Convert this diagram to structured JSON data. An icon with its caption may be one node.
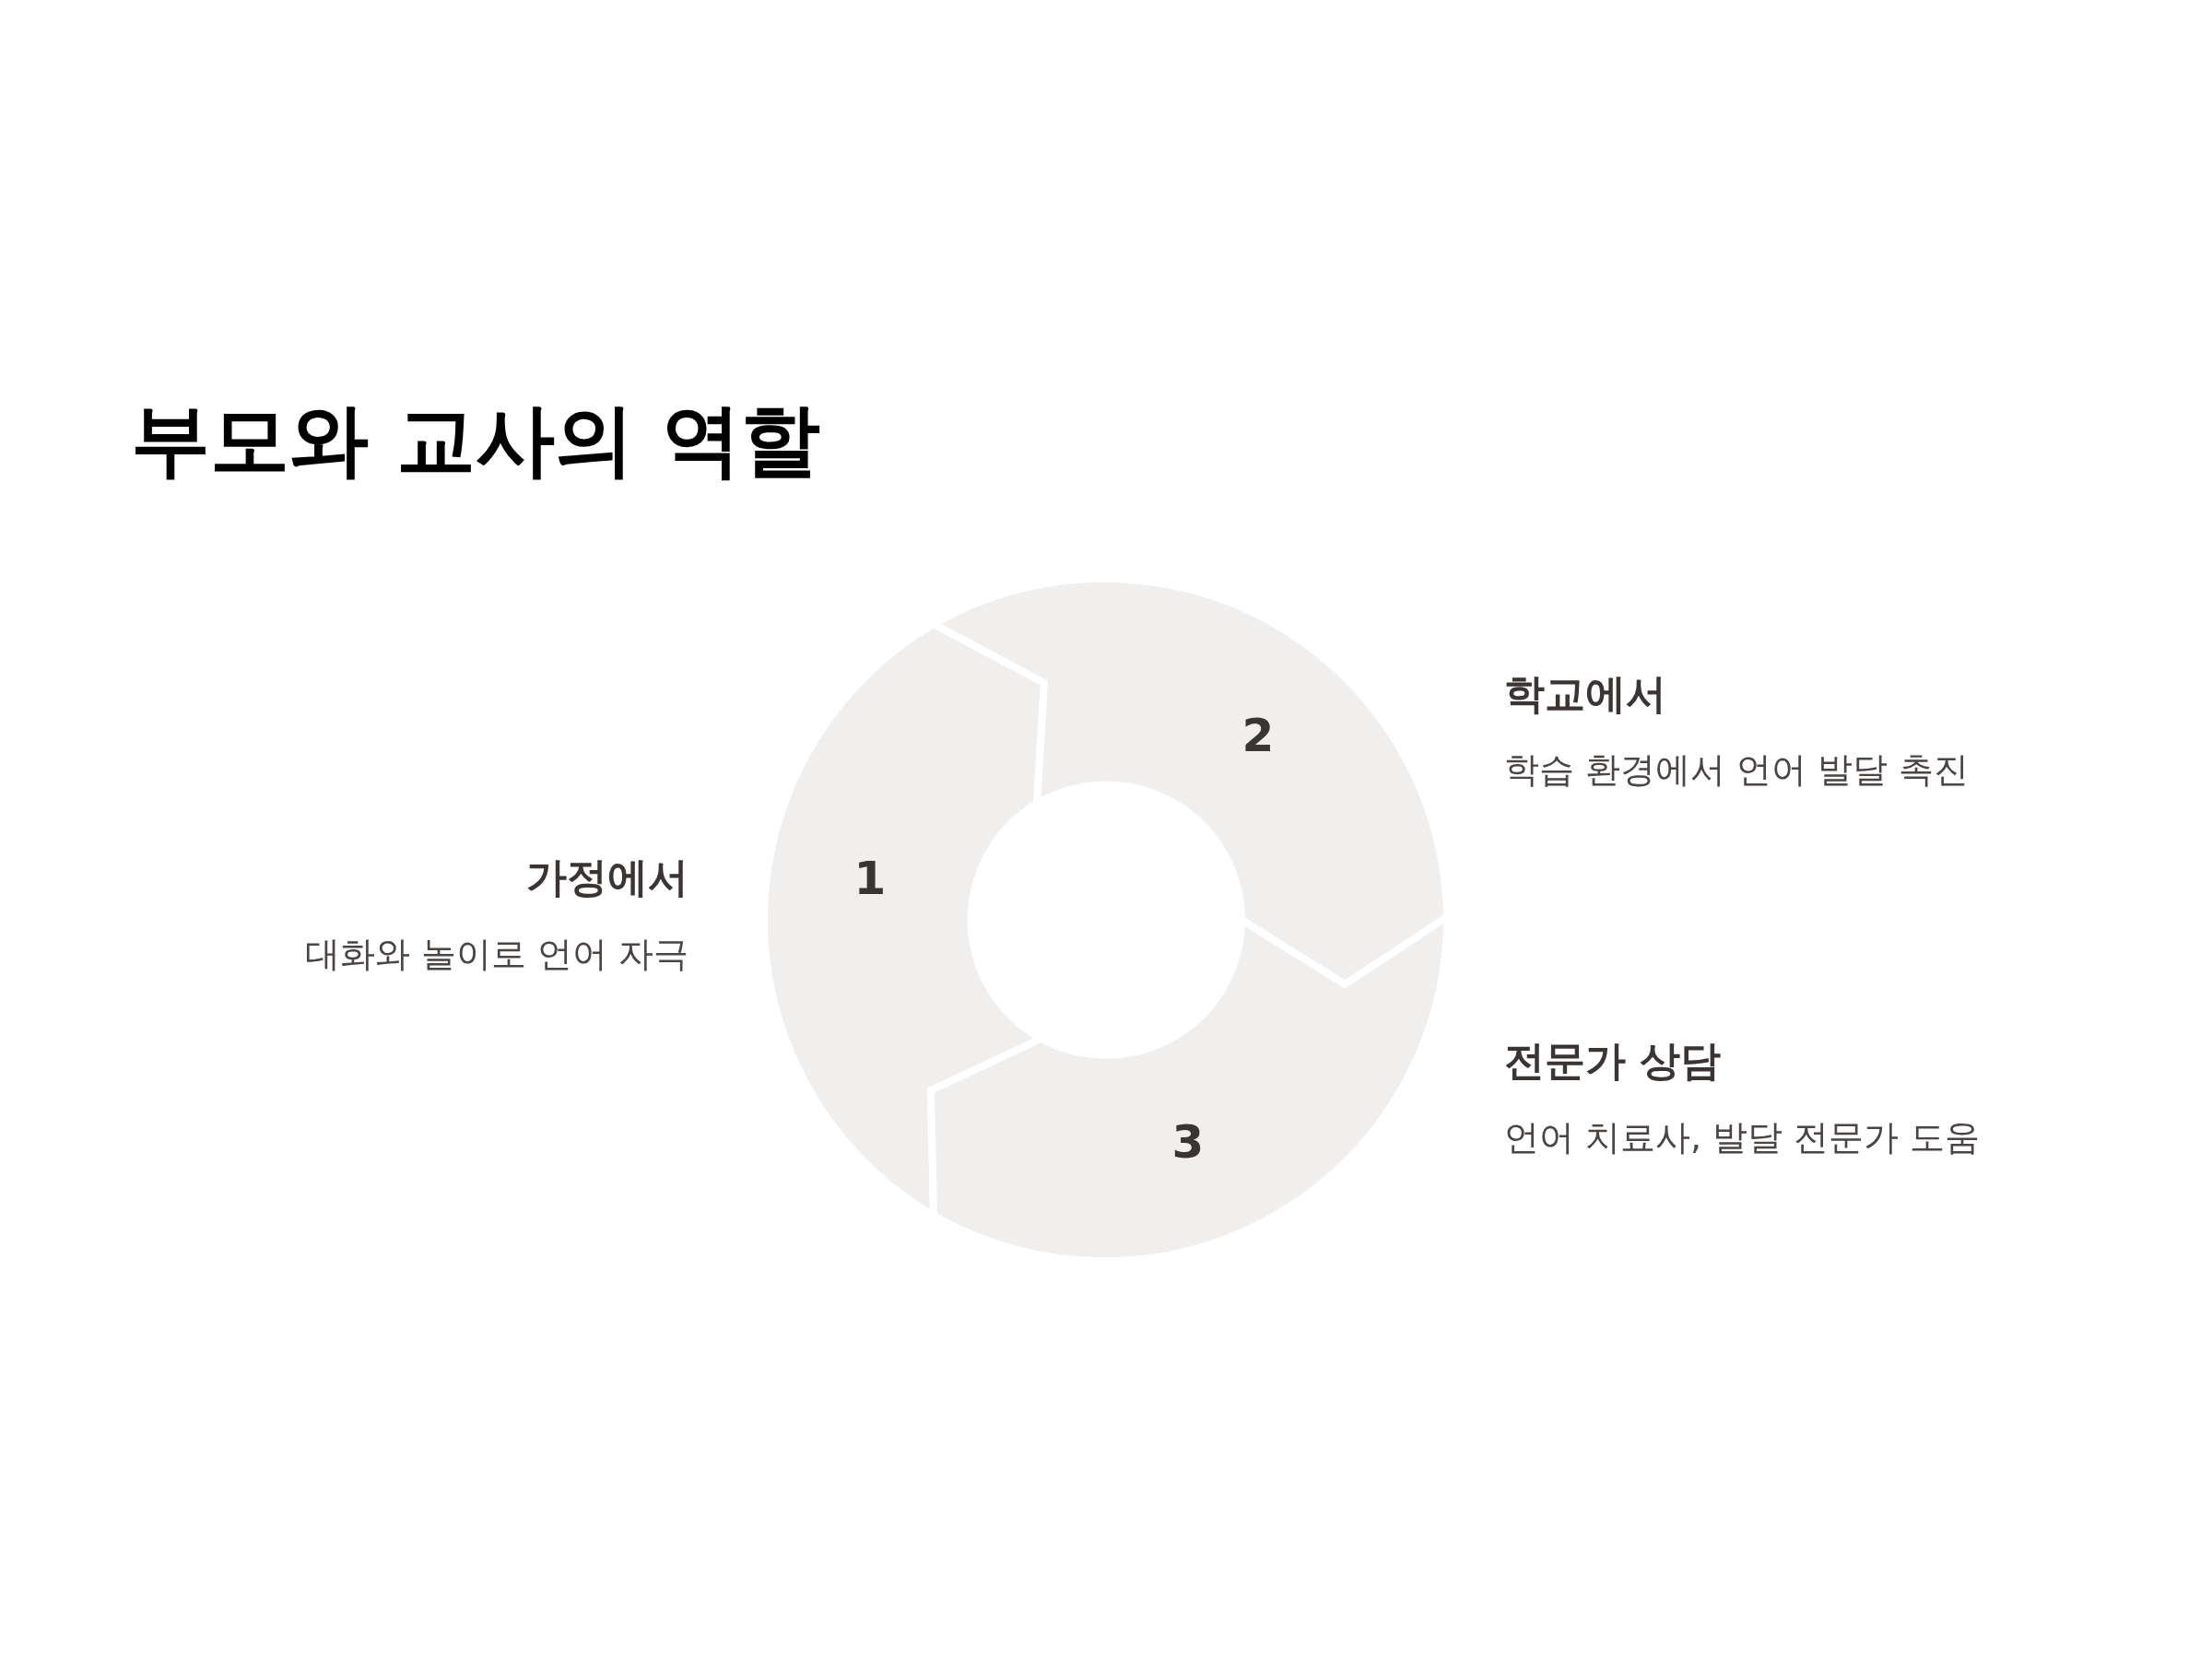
{
  "diagram": {
    "title": "부모와 교사의 역할",
    "nodes": [
      {
        "text": [
          "1"
        ],
        "beside": [
          "가정에서",
          "대화와 놀이로 언어 자극"
        ]
      },
      {
        "text": [
          "2"
        ],
        "beside": [
          "학교에서",
          "학습 환경에서 언어 발달 촉진"
        ]
      },
      {
        "text": [
          "3"
        ],
        "beside": [
          "전문가 상담",
          "언어 치료사, 발달 전문가 도움"
        ]
      }
    ]
  }
}
